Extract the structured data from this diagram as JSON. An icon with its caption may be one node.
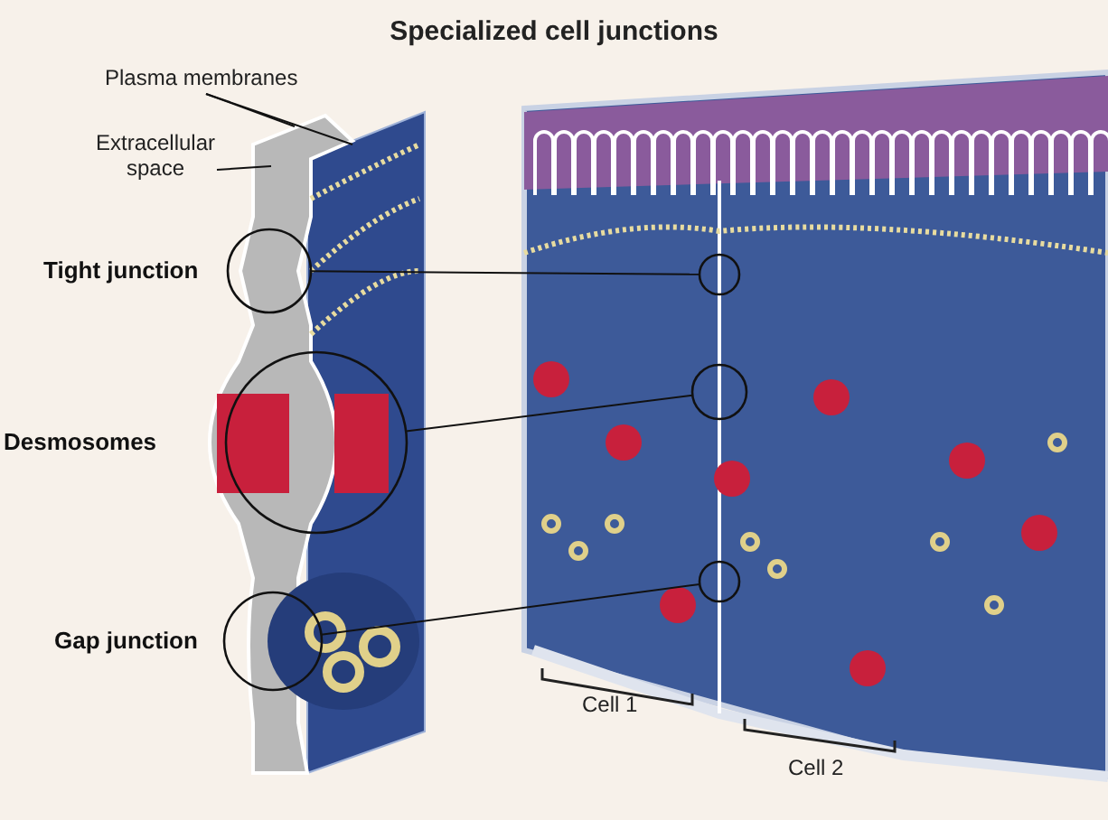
{
  "diagram": {
    "title": "Specialized cell junctions",
    "nodes": [
      {
        "text": [
          "Plasma membranes"
        ]
      },
      {
        "text": [
          "Extracellular space"
        ]
      },
      {
        "text": [
          "Tight junction"
        ]
      },
      {
        "text": [
          "Desmosomes"
        ]
      },
      {
        "text": [
          "Gap junction"
        ]
      },
      {
        "text": [],
        "shape": "circle"
      },
      {
        "text": [],
        "shape": "circle"
      },
      {
        "text": [],
        "shape": "circle"
      }
    ],
    "edges": [
      {
        "from": 0,
        "to": null,
        "arrow": "none"
      },
      {
        "from": 0,
        "to": null,
        "arrow": "none"
      },
      {
        "from": 1,
        "to": null,
        "arrow": "none"
      },
      {
        "from": 2,
        "to": 5,
        "arrow": "none"
      },
      {
        "from": 3,
        "to": 6,
        "arrow": "none"
      },
      {
        "from": 4,
        "to": 7,
        "arrow": "none"
      }
    ],
    "labels": [
      "Cell 1",
      "Cell 2"
    ]
  }
}
